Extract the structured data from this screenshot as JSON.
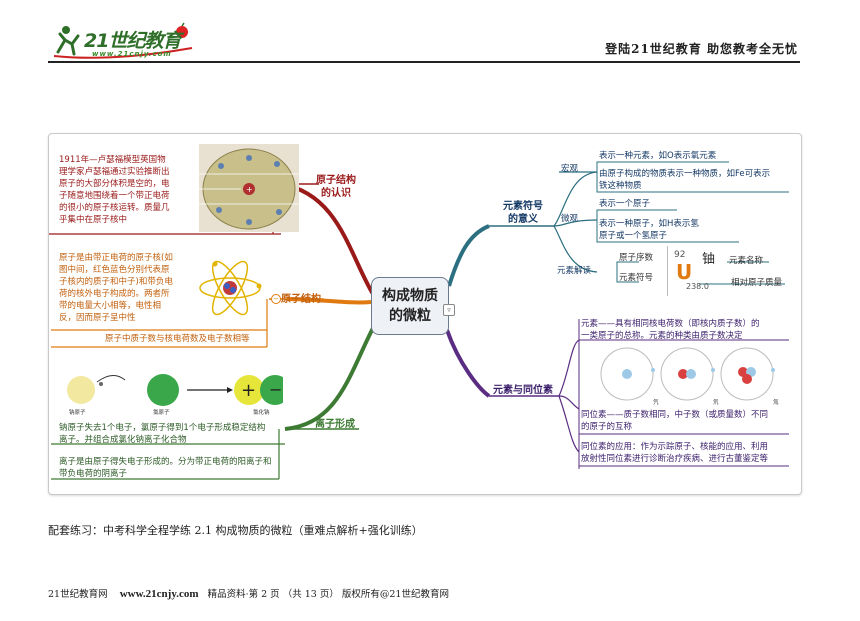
{
  "header": {
    "logo_text": "21世纪教育",
    "logo_url": "www.21cnjy.com",
    "right_text": "登陆21世纪教育    助您教考全无忧"
  },
  "center": {
    "line1": "构成物质",
    "line2": "的微粒"
  },
  "branches": {
    "atom_discovery": {
      "title1": "原子结构",
      "title2": "的认识",
      "text": [
        "1911年—卢瑟福模型英国物",
        "理学家卢瑟福通过实验推断出",
        "原子的大部分体积是空的，电",
        "子随意地围绕着一个带正电荷",
        "的很小的原子核运转。质量几",
        "乎集中在原子核中"
      ]
    },
    "atom_structure": {
      "title": "原子结构",
      "text": [
        "原子是由带正电荷的原子核(如",
        "图中间，红色蓝色分别代表原",
        "子核内的质子和中子)和带负电",
        "荷的核外电子构成的。两者所",
        "带的电量大小相等，电性相",
        "反，因而原子呈中性"
      ],
      "note": "原子中质子数与核电荷数及电子数相等"
    },
    "ion_formation": {
      "title": "离子形成",
      "img_labels": [
        "钠原子",
        "氯原子",
        "氯化钠"
      ],
      "text1": [
        "钠原子失去1个电子，氯原子得到1个电子形成稳定结构",
        "离子。并组合成氯化钠离子化合物"
      ],
      "text2": [
        "离子是由原子得失电子形成的。分为带正电荷的阳离子和",
        "带负电荷的阴离子"
      ]
    },
    "symbol_meaning": {
      "title1": "元素符号",
      "title2": "的意义",
      "macro": {
        "label": "宏观",
        "items": [
          "表示一种元素，如O表示氧元素",
          "由原子构成的物质表示一种物质，如Fe可表示",
          "铁这种物质"
        ]
      },
      "micro": {
        "label": "微观",
        "items": [
          "表示一个原子",
          "表示一种原子，如H表示氢",
          "原子或一个氢原子"
        ]
      },
      "decode": {
        "label": "元素解读",
        "atomic_number_label": "原子序数",
        "symbol_label": "元素符号",
        "number": "92",
        "symbol": "U",
        "chinese": "铀",
        "mass": "238.0",
        "name_label": "元素名称",
        "mass_label": "相对原子质量"
      }
    },
    "element_isotope": {
      "title": "元素与同位素",
      "element_def": [
        "元素——具有相同核电荷数（即核内质子数）的",
        "一类原子的总称。元素的种类由质子数决定"
      ],
      "isotope_labels": [
        "氕",
        "氘",
        "氚"
      ],
      "isotope_def": [
        "同位素——质子数相同，中子数（或质量数）不同",
        "的原子的互称"
      ],
      "application": [
        "同位素的应用：作为示踪原子、核能的应用、利用",
        "放射性同位素进行诊断治疗疾病、进行古董鉴定等"
      ]
    }
  },
  "caption": "配套练习：中考科学全程学练 2.1 构成物质的微粒（重难点解析+强化训练）",
  "footer": {
    "left": "21世纪教育网",
    "url": "www.21cnjy.com",
    "rest": "精品资料·第 2 页 （共 13 页） 版权所有@21世纪教育网"
  },
  "colors": {
    "red": "#9a1a1a",
    "orange": "#e07a10",
    "green": "#3d7a33",
    "teal": "#2b6f80",
    "purple": "#5a2d82"
  }
}
